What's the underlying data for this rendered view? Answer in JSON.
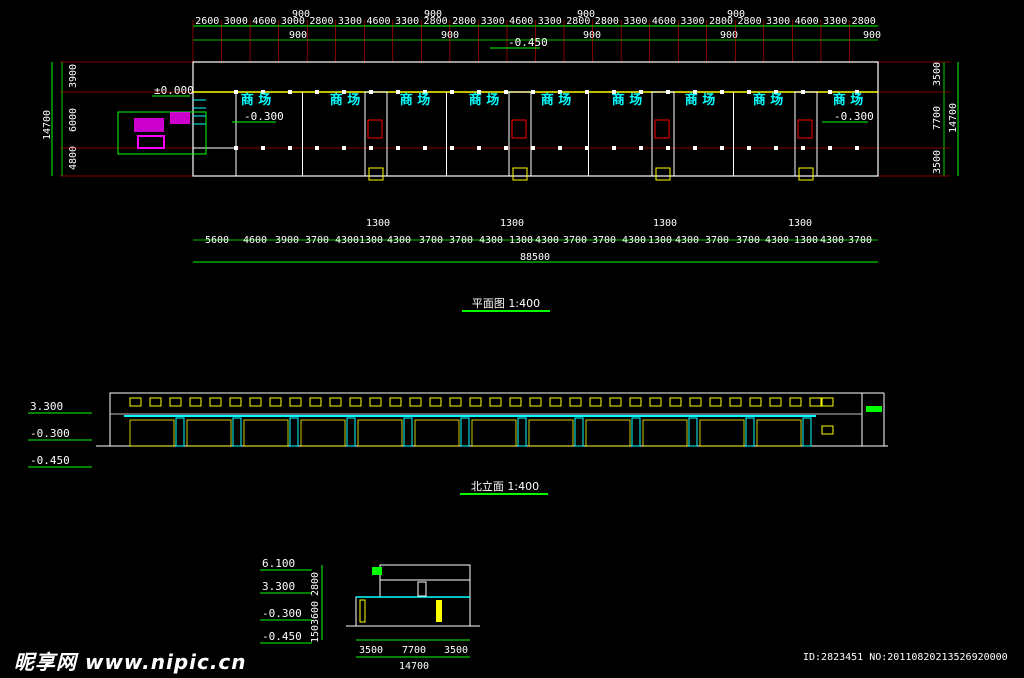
{
  "plan": {
    "top_dims_row1": [
      "2600",
      "3000",
      "4600",
      "3000",
      "2800",
      "3300",
      "4600",
      "3300",
      "2800",
      "2800",
      "3300",
      "4600",
      "3300",
      "2800",
      "2800",
      "3300",
      "4600",
      "3300",
      "2800",
      "2800",
      "3300",
      "4600",
      "3300",
      "2800"
    ],
    "top_dims_row0": [
      "900",
      "900",
      "900",
      "900"
    ],
    "top_dims_row2": [
      "900",
      "900",
      "900",
      "900",
      "900"
    ],
    "top_level": "-0.450",
    "left_total": "14700",
    "left_dims": [
      "3900",
      "6000",
      "4800"
    ],
    "right_total": "14700",
    "right_dims": [
      "3500",
      "7700",
      "3500"
    ],
    "rooms": [
      "商 场",
      "商 场",
      "商 场",
      "商 场",
      "商 场",
      "商 场",
      "商 场",
      "商 场",
      "商 场"
    ],
    "level_zero": "±0.000",
    "level_left": "-0.300",
    "level_right": "-0.300",
    "stair_dims": [
      "1300",
      "1300",
      "1300",
      "1300"
    ],
    "bottom_dims": [
      "5600",
      "4600",
      "3900",
      "3700",
      "4300",
      "1300",
      "4300",
      "3700",
      "3700",
      "4300",
      "1300",
      "4300",
      "3700",
      "3700",
      "4300",
      "1300",
      "4300",
      "3700",
      "3700",
      "4300",
      "1300",
      "4300",
      "3700"
    ],
    "overall": "88500",
    "caption": "平面图  1:400"
  },
  "elevation": {
    "levels": [
      "3.300",
      "-0.300",
      "-0.450"
    ],
    "caption": "北立面  1:400"
  },
  "section": {
    "levels": [
      "6.100",
      "3.300",
      "-0.300",
      "-0.450"
    ],
    "vert_dims": [
      "2800",
      "3600",
      "150"
    ],
    "bottom_dims": [
      "3500",
      "7700",
      "3500"
    ],
    "overall": "14700"
  },
  "watermark": {
    "brand": "昵享网 www.nipic.cn",
    "id": "ID:2823451 NO:20110820213526920000"
  },
  "colors": {
    "background": "#000000",
    "wall": "#ffffff",
    "axis": "#ff0000",
    "dimension": "#00ff00",
    "label": "#00ffff",
    "window": "#ffff00",
    "accent": "#ff00ff"
  }
}
